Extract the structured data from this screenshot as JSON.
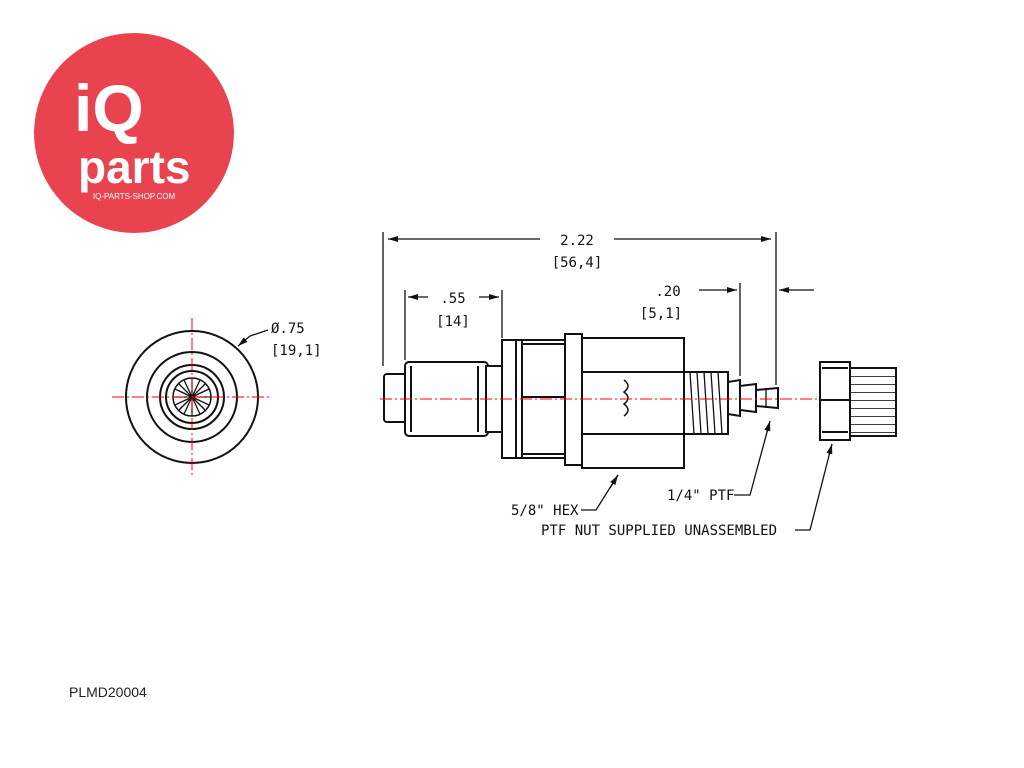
{
  "logo": {
    "brand_top": "iQ",
    "brand_bottom": "parts",
    "website": "IQ-PARTS-SHOP.COM",
    "color": "#e8434f",
    "text_color": "#ffffff"
  },
  "dimensions": {
    "diameter": {
      "inch": "Ø.75",
      "mm": "[19,1]"
    },
    "overall_length": {
      "inch": "2.22",
      "mm": "[56,4]"
    },
    "coupling_length": {
      "inch": ".55",
      "mm": "[14]"
    },
    "barb_length": {
      "inch": ".20",
      "mm": "[5,1]"
    }
  },
  "callouts": {
    "hex": "5/8\" HEX",
    "thread": "1/4\" PTF",
    "nut_note": "PTF NUT SUPPLIED UNASSEMBLED"
  },
  "part_number": "PLMD20004",
  "colors": {
    "line": "#111111",
    "centerline": "#ff0000",
    "background": "#ffffff"
  }
}
